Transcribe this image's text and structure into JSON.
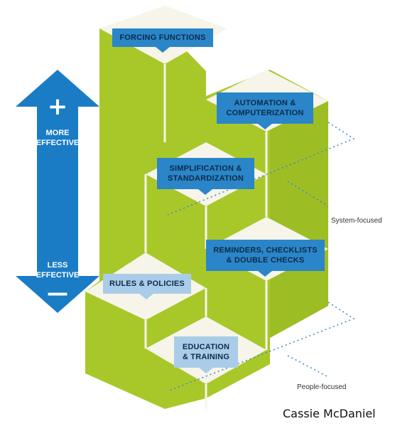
{
  "hierarchy": {
    "more_sign": "+",
    "more_label": "MORE\nEFFECTIVE",
    "less_label": "LESS\nEFFECTIVE",
    "less_sign": "—"
  },
  "levels": {
    "forcing": "FORCING FUNCTIONS",
    "automation": "AUTOMATION &\nCOMPUTERIZATION",
    "simplification": "SIMPLIFICATION &\nSTANDARDIZATION",
    "reminders": "REMINDERS, CHECKLISTS\n& DOUBLE CHECKS",
    "rules": "RULES & POLICIES",
    "education": "EDUCATION\n& TRAINING"
  },
  "groups": {
    "system": "System-focused",
    "people": "People-focused"
  },
  "credit": "Cassie McDaniel",
  "colors": {
    "green": "#a8c82a",
    "green_dark": "#8fae1f",
    "cube_top": "#f7f4ea",
    "arrow_blue": "#1a7cc5",
    "label_dark": "#2a86c8",
    "label_light": "#a9cde8",
    "dotted": "#3a86c8"
  }
}
